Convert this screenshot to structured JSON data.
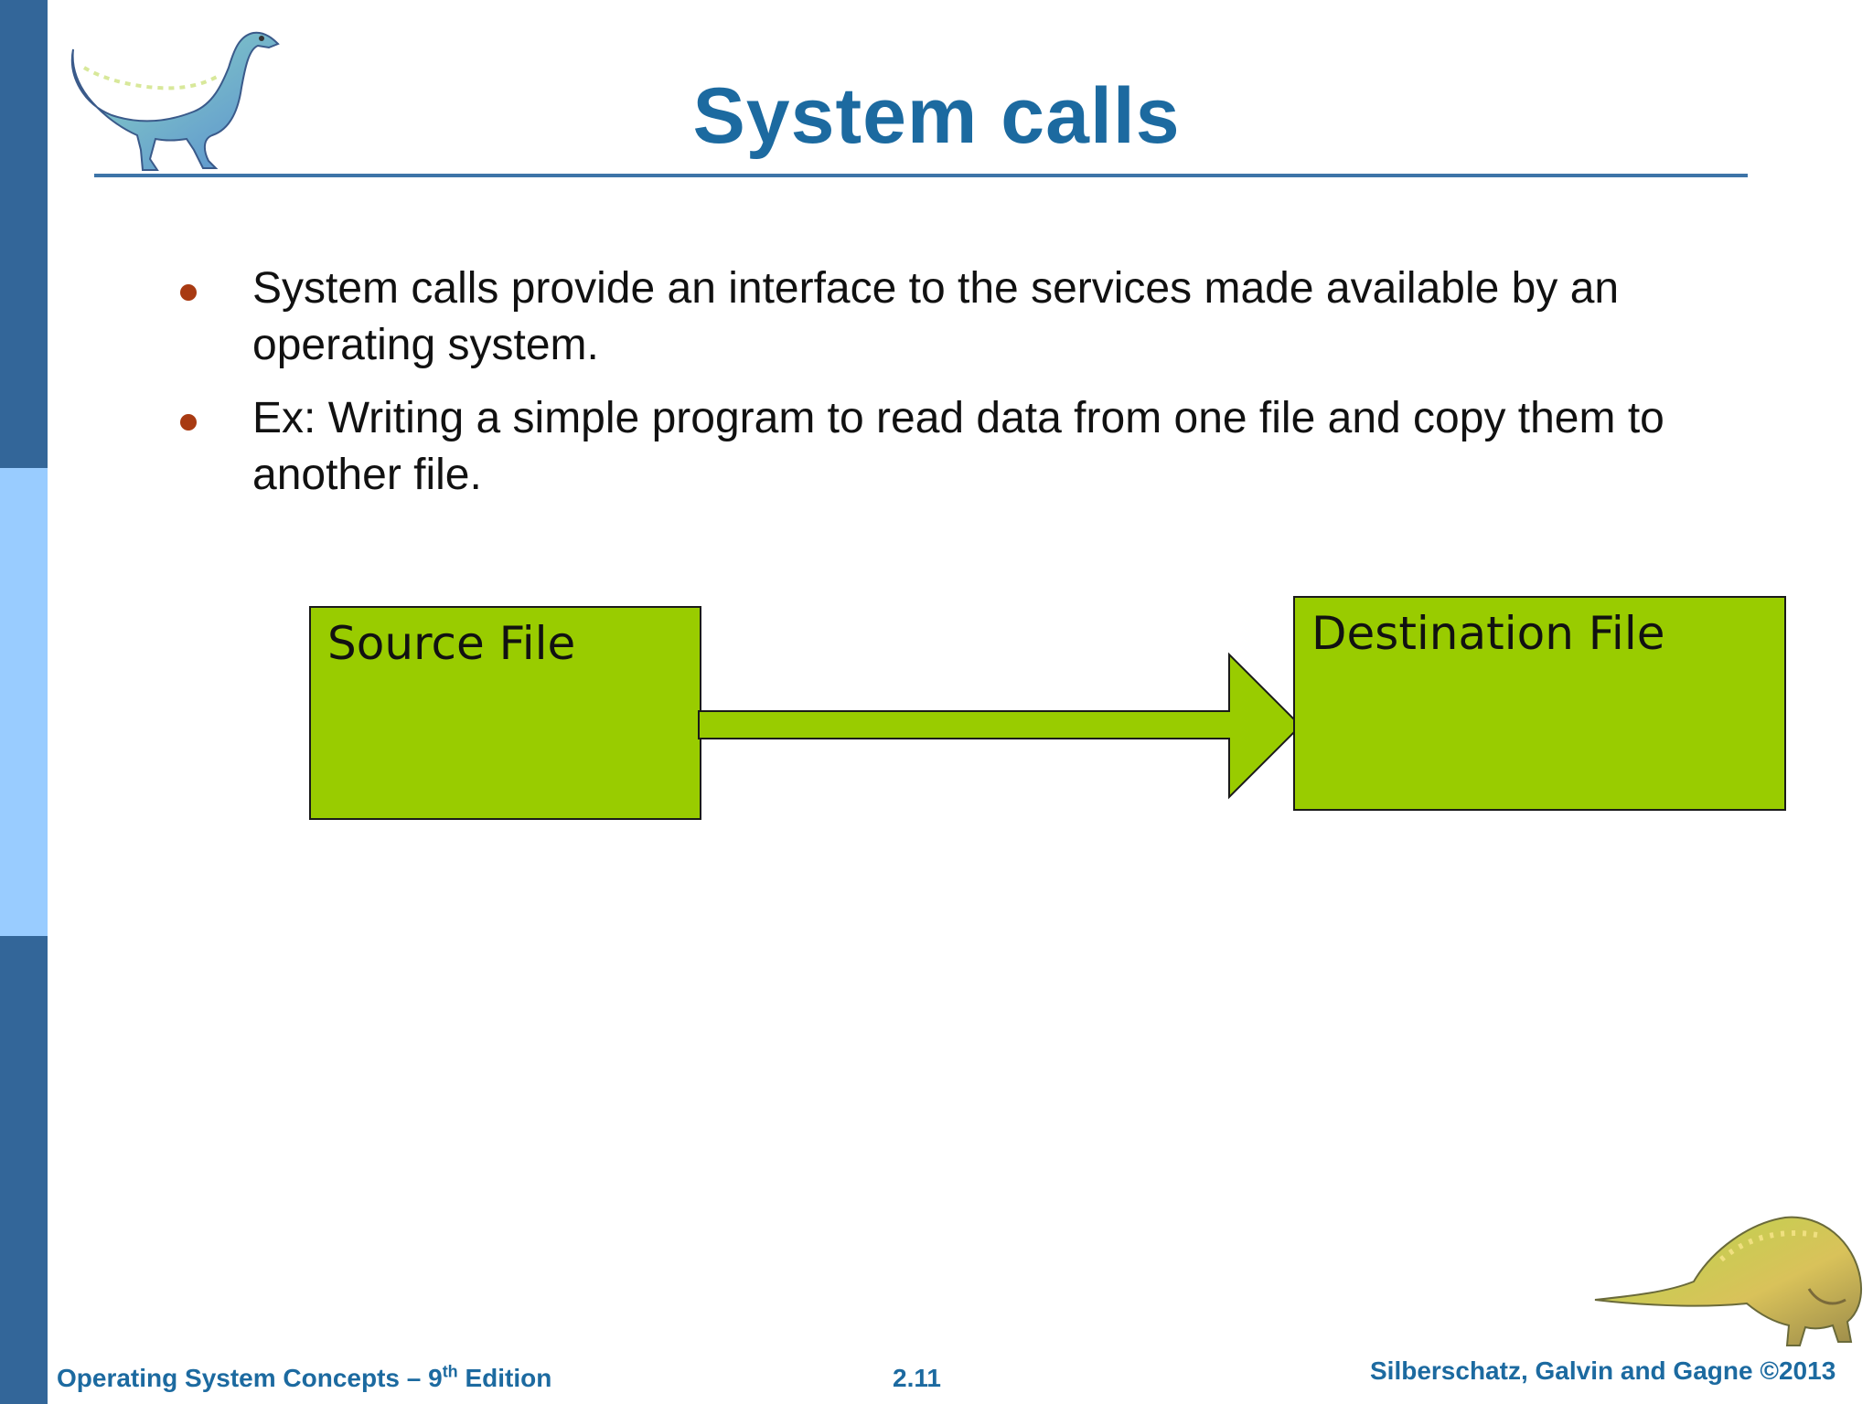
{
  "slide": {
    "title": "System calls",
    "bullets": [
      "System calls provide an interface to the services made available by an operating system.",
      "Ex: Writing a simple program to read data from one file and copy them to another file."
    ],
    "diagram": {
      "source_label": "Source File",
      "destination_label": "Destination File",
      "box_color": "#99cc00",
      "arrow_direction": "right"
    },
    "footer": {
      "book_title": "Operating System Concepts – 9",
      "edition_sup": "th",
      "edition_suffix": " Edition",
      "page_number": "2.11",
      "copyright": "Silberschatz, Galvin and Gagne ©2013"
    }
  },
  "icons": [
    "dinosaur-icon",
    "dinosaur-icon"
  ],
  "colors": {
    "title": "#1c6aa0",
    "sidebar_dark": "#336699",
    "sidebar_light": "#99ccff",
    "bullet": "#a83a12"
  }
}
